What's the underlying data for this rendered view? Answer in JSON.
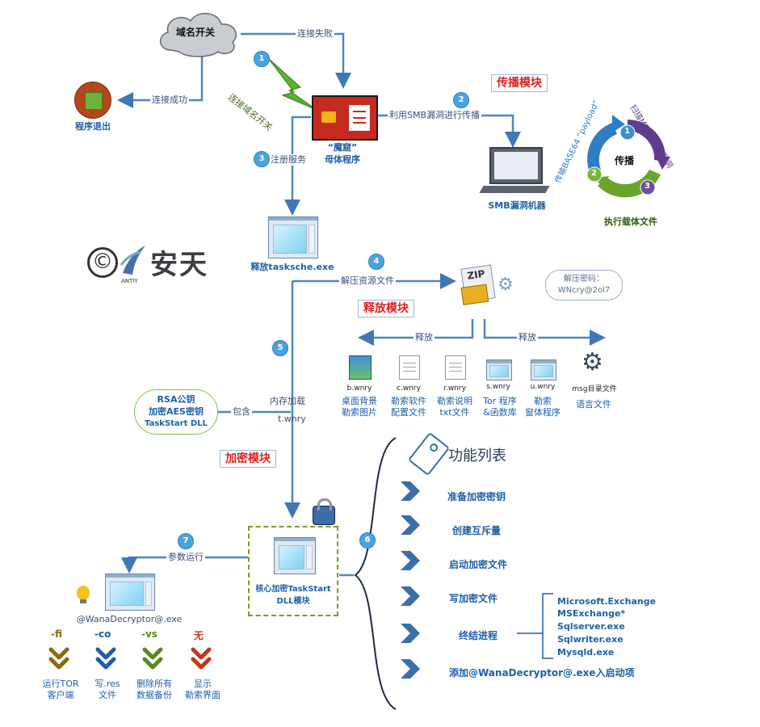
{
  "cloud": {
    "label": "域名开关"
  },
  "edges": {
    "connect_fail": "连接失败",
    "connect_success": "连接成功",
    "connect_domain_switch": "连接域名开关",
    "smb_spread": "利用SMB漏洞进行传播",
    "register_service": "注册服务",
    "extract_resources": "解压资源文件",
    "release_left": "释放",
    "release_right": "释放",
    "in_memory_load": "内存加载",
    "contains": "包含",
    "param_run": "参数运行"
  },
  "steps": [
    "1",
    "2",
    "3",
    "4",
    "5",
    "6",
    "7"
  ],
  "nodes": {
    "program_exit": "程序退出",
    "mother_line1": "“魔窟”",
    "mother_line2": "母体程序",
    "smb_machine": "SMB漏洞机器",
    "tasksche": "释放tasksche.exe",
    "twnry": "t.wnry",
    "core_line1": "核心加密TaskStart",
    "core_line2": "DLL模块",
    "decryptor": "@WanaDecryptor@.exe"
  },
  "modules": {
    "spread": "传播模块",
    "release": "释放模块",
    "encrypt": "加密模块"
  },
  "cycle": {
    "center": "传播",
    "n1": "1",
    "n2": "2",
    "n3": "3",
    "arc_scan": "扫描MS17-010漏洞",
    "arc_payload": "传输BASE64 “payload”",
    "bottom": "执行载体文件"
  },
  "password": {
    "line1": "解压密码：",
    "line2": "WNcry@2ol7"
  },
  "zip_label": "ZIP",
  "logo": {
    "copyright": "©",
    "brand": "安天",
    "sub": "ANTIY"
  },
  "key_box": {
    "line1": "RSA公钥",
    "line2": "加密AES密钥",
    "line3": "TaskStart DLL"
  },
  "files": [
    {
      "name": "b.wnry",
      "desc1": "桌面背景",
      "desc2": "勒索图片"
    },
    {
      "name": "c.wnry",
      "desc1": "勒索软件",
      "desc2": "配置文件"
    },
    {
      "name": "r.wnry",
      "desc1": "勒索说明",
      "desc2": "txt文件"
    },
    {
      "name": "s.wnry",
      "desc1": "Tor 程序",
      "desc2": "&函数库"
    },
    {
      "name": "u.wnry",
      "desc1": "勒索",
      "desc2": "窗体程序"
    },
    {
      "name": "msg目录文件",
      "desc1": "语言文件",
      "desc2": ""
    }
  ],
  "function_list": {
    "title": "功能列表",
    "items": [
      "准备加密密钥",
      "创建互斥量",
      "启动加密文件",
      "写加密文件",
      "终结进程",
      "添加@WanaDecryptor@.exe入启动项"
    ]
  },
  "processes": [
    "Microsoft.Exchange",
    "MSExchange*",
    "Sqlserver.exe",
    "Sqlwriter.exe",
    "Mysqld.exe"
  ],
  "params": [
    {
      "flag": "-fi",
      "color": "#8a6a10",
      "desc1": "运行TOR",
      "desc2": "客户端"
    },
    {
      "flag": "-co",
      "color": "#1f5fa8",
      "desc1": "写.res",
      "desc2": "文件"
    },
    {
      "flag": "-vs",
      "color": "#5a8a1a",
      "desc1": "删除所有",
      "desc2": "数据备份"
    },
    {
      "flag": "无",
      "color": "#c0391b",
      "desc1": "显示",
      "desc2": "勒索界面"
    }
  ]
}
